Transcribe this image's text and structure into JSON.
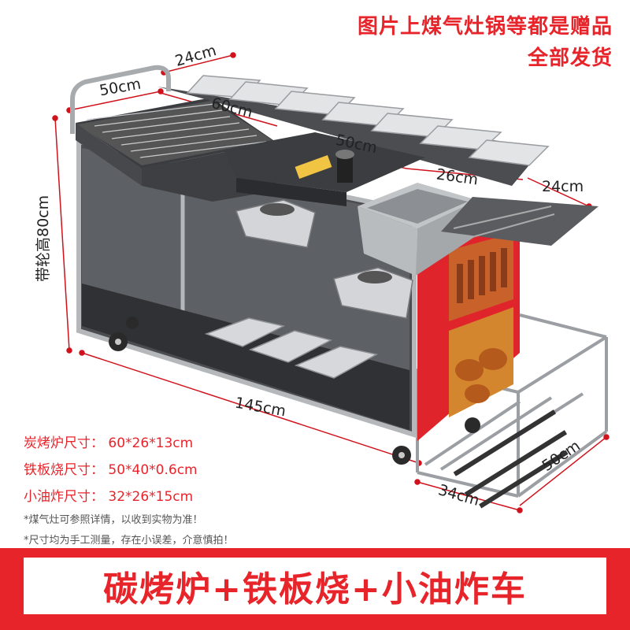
{
  "colors": {
    "accent": "#e8242b",
    "metal": "#8d9094",
    "plate": "#4a4c50",
    "steel": "#d6d8db"
  },
  "top_note": {
    "line1": "图片上煤气灶锅等都是赠品",
    "line2": "全部发货"
  },
  "dimensions": {
    "grill_depth": "24cm",
    "grill_width": "50cm",
    "griddle_width": "60cm",
    "plate_width": "50cm",
    "fryer_width": "26cm",
    "side_shelf": "24cm",
    "height": "带轮高80cm",
    "total_length": "145cm",
    "rack_depth": "50cm",
    "rack_width": "34cm"
  },
  "specs": [
    {
      "label": "炭烤炉尺寸：",
      "value": "60*26*13cm"
    },
    {
      "label": "铁板烧尺寸：",
      "value": "50*40*0.6cm"
    },
    {
      "label": "小油炸尺寸：",
      "value": "32*26*15cm"
    }
  ],
  "notes": {
    "line1": "*煤气灶可参照详情，以收到实物为准！",
    "line2": "*尺寸均为手工测量，存在小误差，介意慎拍！"
  },
  "banner": {
    "text": "碳烤炉+铁板烧+小油炸车"
  }
}
